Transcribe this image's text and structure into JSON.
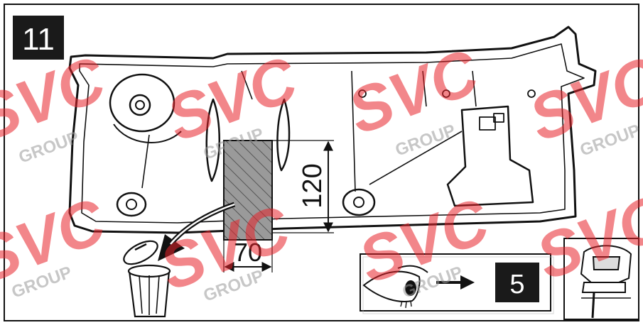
{
  "step": {
    "number": "11"
  },
  "dimensions": {
    "height": "120",
    "width": "70"
  },
  "reference": {
    "step_number": "5"
  },
  "watermark": {
    "brand": "SVC",
    "sub": "GROUP",
    "color": "#e8242a"
  },
  "colors": {
    "line": "#111111",
    "hatch": "#555555",
    "badge_bg": "#1a1a1a",
    "badge_fg": "#ffffff"
  },
  "icons": [
    "undertray-panel",
    "cutout-hatch",
    "dispose-arrow",
    "trash-bin-icon",
    "eye-icon",
    "right-arrow-icon",
    "jigsaw-icon"
  ]
}
